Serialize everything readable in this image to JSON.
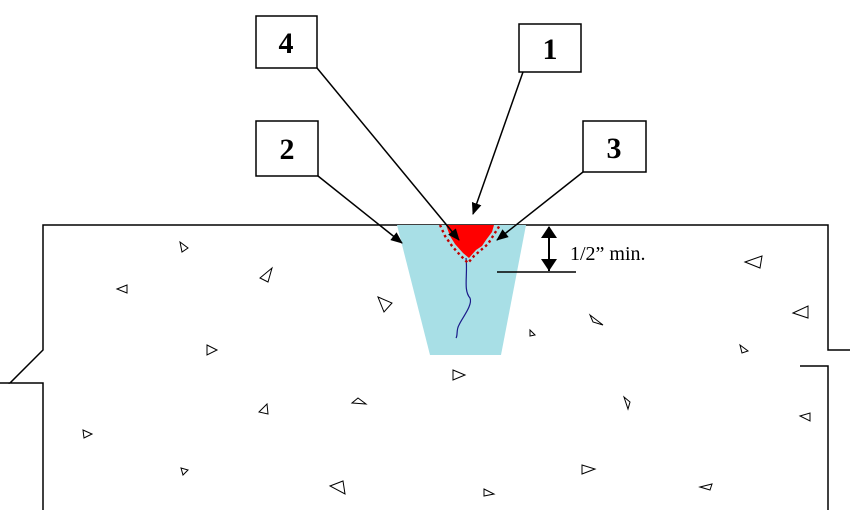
{
  "callouts": [
    {
      "id": "1",
      "label": "1"
    },
    {
      "id": "2",
      "label": "2"
    },
    {
      "id": "3",
      "label": "3"
    },
    {
      "id": "4",
      "label": "4"
    }
  ],
  "dimension": {
    "label": "1/2” min."
  },
  "colors": {
    "line": "#000000",
    "patch_fill": "#a8dfe6",
    "repair_fill": "#ff0000",
    "bond_dots": "#c00000",
    "crack": "#1a1a8a",
    "background": "#ffffff"
  }
}
